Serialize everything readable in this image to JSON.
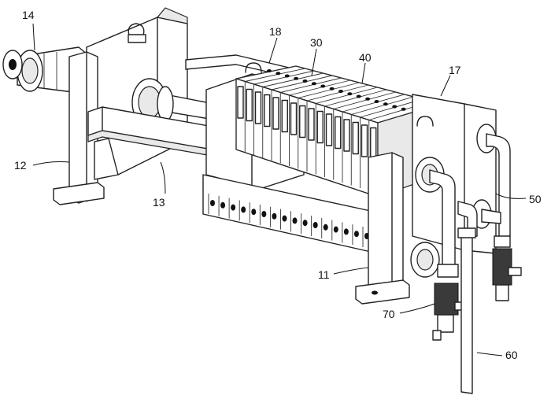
{
  "labels": {
    "l14": "14",
    "l18": "18",
    "l30": "30",
    "l40": "40",
    "l17": "17",
    "l12": "12",
    "l13": "13",
    "l50": "50",
    "l11": "11",
    "l70": "70",
    "l60": "60"
  }
}
